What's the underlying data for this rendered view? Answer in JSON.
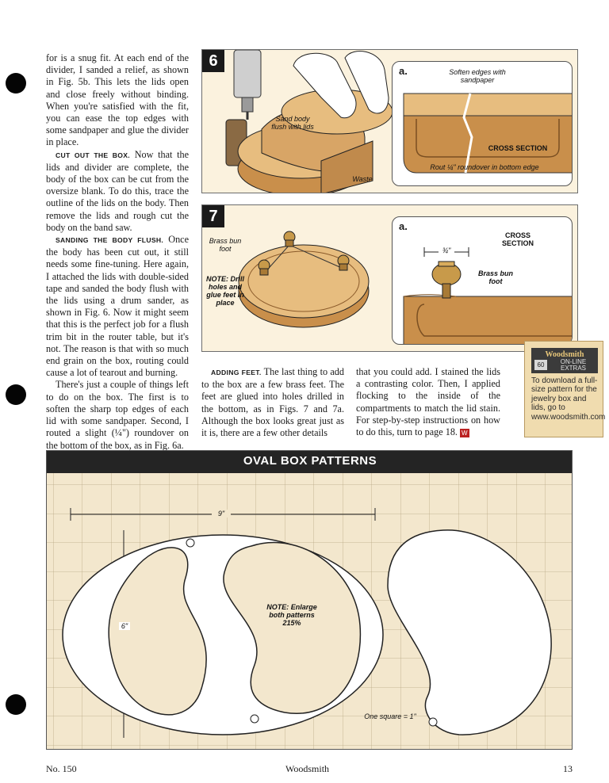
{
  "column1": {
    "para1": "for is a snug fit. At each end of the divider, I sanded a relief, as shown in Fig. 5b. This lets the lids open and close freely without binding. When you're satisfied with the fit, you can ease the top edges with some sandpaper and glue the divider in place.",
    "heading_cut": "CUT OUT THE BOX.",
    "para_cut": " Now that the lids and divider are complete, the body of the box can be cut from the oversize blank. To do this, trace the outline of the lids on the body. Then remove the lids and rough cut the body on the band saw.",
    "heading_sand": "SANDING THE BODY FLUSH.",
    "para_sand": " Once the body has been cut out, it still needs some fine-tuning. Here again, I attached the lids with double-sided tape and sanded the body flush with the lids using a drum sander, as shown in Fig. 6. Now it might seem that this is the perfect job for a flush trim bit in the router table, but it's not. The reason is that with so much end grain on the box, routing could cause a lot of tearout and burning.",
    "para_tuning": "There's just a couple of things left to do on the box. The first is to soften the sharp top edges of each lid with some sandpaper. Second, I routed a slight (¼\") roundover on the bottom of the box, as in Fig. 6a."
  },
  "column2": {
    "heading_feet": "ADDING FEET.",
    "para_feet": " The last thing to add to the box are a few brass feet. The feet are glued into holes drilled in the bottom, as in Figs. 7 and 7a. Although the box looks great just as it is, there are a few other details"
  },
  "column3": {
    "para": "that you could add. I stained the lids a contrasting color. Then, I applied flocking to the inside of the compartments to match the lid stain. For step-by-step instructions on how to do this, turn to page 18.",
    "end_mark": "W"
  },
  "figure6": {
    "number": "6",
    "label_sand": "Sand body flush with lids",
    "label_waste": "Waste",
    "inset": {
      "letter": "a.",
      "label_soften": "Soften edges with sandpaper",
      "label_section": "CROSS SECTION",
      "label_rout": "Rout ¼\" roundover in bottom edge"
    }
  },
  "figure7": {
    "number": "7",
    "label_foot": "Brass bun foot",
    "note": "NOTE: Drill holes and glue feet in place",
    "inset": {
      "letter": "a.",
      "label_section": "CROSS SECTION",
      "label_dim": "¾\"",
      "label_foot": "Brass bun foot"
    }
  },
  "extras": {
    "brand": "Woodsmith",
    "badge": "60",
    "sub": "ON-LINE EXTRAS",
    "text": "To download a full-size pattern for the jewelry box and lids, go to www.woodsmith.com"
  },
  "patterns": {
    "title": "OVAL BOX PATTERNS",
    "dim_width": "9\"",
    "dim_height": "6\"",
    "note": "NOTE: Enlarge both patterns 215%",
    "scale": "One square = 1\""
  },
  "footer": {
    "issue": "No. 150",
    "magazine": "Woodsmith",
    "page": "13"
  },
  "colors": {
    "wood_light": "#e7bd7f",
    "wood_dark": "#c98f4b",
    "panel_bg": "#fbf2de",
    "pattern_bg": "#f3e7cd",
    "title_bar": "#242424"
  }
}
